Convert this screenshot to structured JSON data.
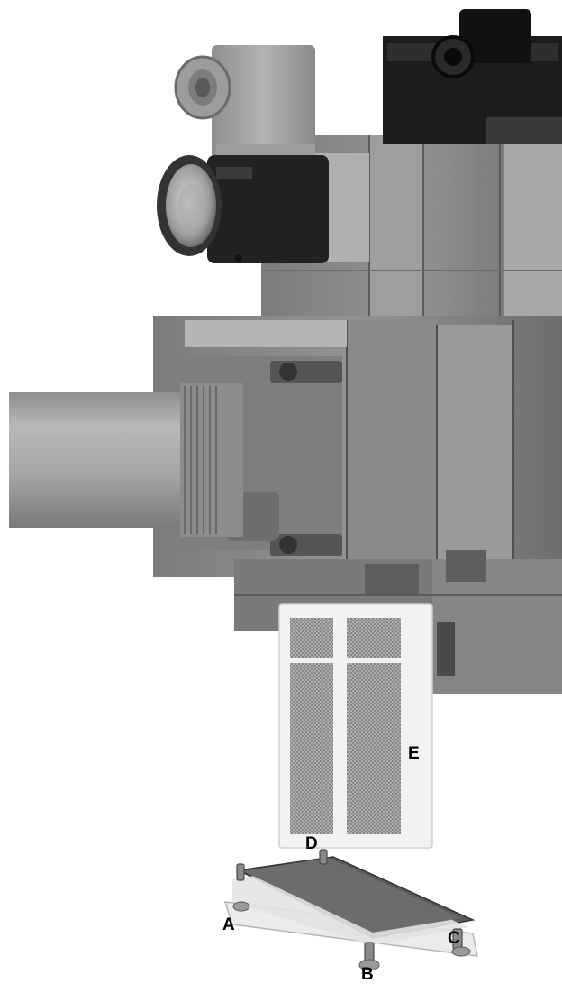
{
  "callouts": {
    "a": "A",
    "b": "B",
    "c": "C",
    "d": "D",
    "e": "E"
  },
  "colors": {
    "background": "#ffffff",
    "pipe": "#a9a9a9",
    "valve_body": "#8c8c8c",
    "connector_grey": "#a4a4a4",
    "connector_black": "#1c1c1c",
    "filter_frame": "#f2f2f2",
    "filter_mesh": "#9a9a9a"
  }
}
